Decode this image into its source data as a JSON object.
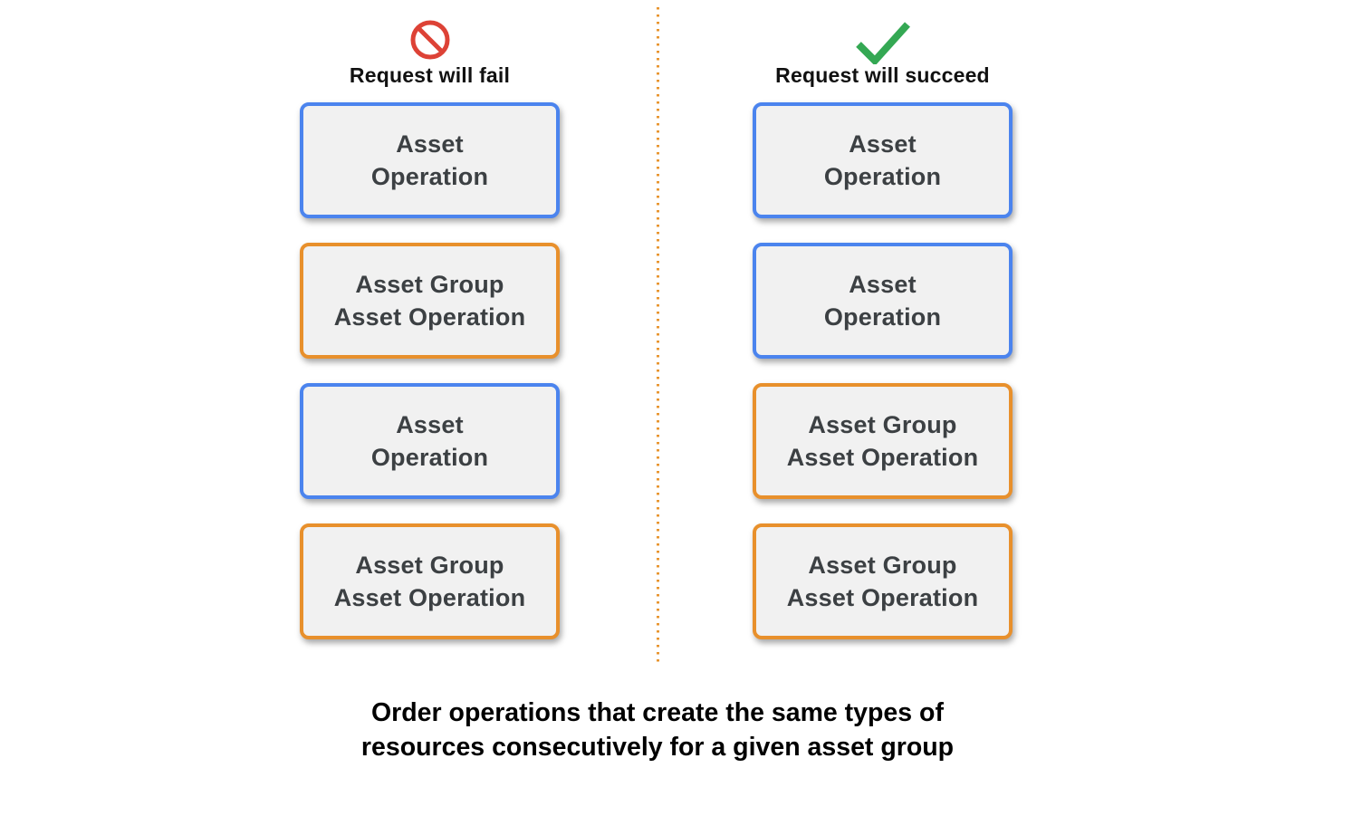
{
  "colors": {
    "blue": "#4b84ee",
    "orange": "#e8902c",
    "red": "#dd4236",
    "green": "#34a853",
    "box_bg": "#f1f1f1",
    "box_text": "#3c4043",
    "heading_text": "#111111",
    "caption_text": "#000000",
    "divider": "#e8952f"
  },
  "columns": [
    {
      "id": "fail",
      "icon": "prohibition-icon",
      "heading": "Request will fail",
      "boxes": [
        {
          "type": "asset-operation",
          "line1": "Asset",
          "line2": "Operation"
        },
        {
          "type": "asset-group-asset-operation",
          "line1": "Asset Group",
          "line2": "Asset Operation"
        },
        {
          "type": "asset-operation",
          "line1": "Asset",
          "line2": "Operation"
        },
        {
          "type": "asset-group-asset-operation",
          "line1": "Asset Group",
          "line2": "Asset Operation"
        }
      ]
    },
    {
      "id": "succeed",
      "icon": "check-icon",
      "heading": "Request will succeed",
      "boxes": [
        {
          "type": "asset-operation",
          "line1": "Asset",
          "line2": "Operation"
        },
        {
          "type": "asset-operation",
          "line1": "Asset",
          "line2": "Operation"
        },
        {
          "type": "asset-group-asset-operation",
          "line1": "Asset Group",
          "line2": "Asset Operation"
        },
        {
          "type": "asset-group-asset-operation",
          "line1": "Asset Group",
          "line2": "Asset Operation"
        }
      ]
    }
  ],
  "caption": {
    "line1": "Order operations that create the same types of",
    "line2": "resources consecutively for a given asset group"
  }
}
